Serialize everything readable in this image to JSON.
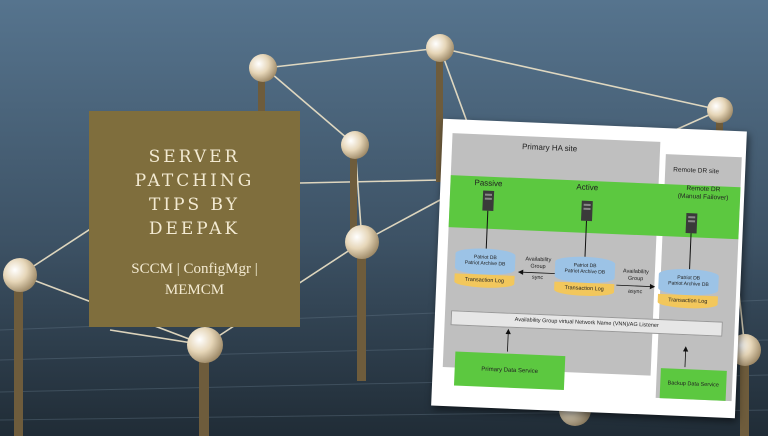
{
  "title_card": {
    "line1": "SERVER",
    "line2": "PATCHING",
    "line3": "TIPS BY",
    "line4": "DEEPAK",
    "sub1": "SCCM | ConfigMgr |",
    "sub2": "MEMCM"
  },
  "diagram": {
    "primary_site": "Primary HA site",
    "remote_site": "Remote DR site",
    "nodes": {
      "passive": "Passive",
      "active": "Active",
      "remote_l1": "Remote DR",
      "remote_l2": "(Manual Failover)"
    },
    "db_line1": "Patriot DB",
    "db_line2": "Patriot Archive DB",
    "tlog": "Transaction Log",
    "ag_l1": "Availability",
    "ag_l2": "Group",
    "sync": "sync",
    "async": "async",
    "listener": "Availability Group virtual Network Name (VNN)/AG Listener",
    "primary_service": "Primary Data Service",
    "backup_service": "Backup Data Service"
  },
  "colors": {
    "card": "#7f6e3d",
    "diagram_green": "#5cc840",
    "db_blue": "#9cc3e6",
    "db_gold": "#f2c75c",
    "gray_panel": "#bfbfbf"
  }
}
